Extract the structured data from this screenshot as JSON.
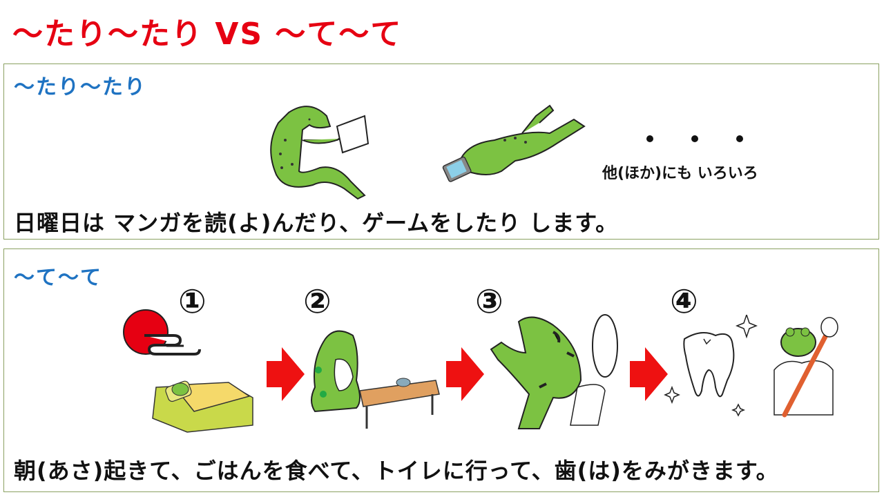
{
  "title": "～たり～たり VS ～て～て",
  "colors": {
    "title": "#e60012",
    "heading": "#1f73c2",
    "border": "#8aa060",
    "frog": "#7cc242",
    "arrow": "#ee1111"
  },
  "tari_section": {
    "heading": "～たり～たり",
    "illustrations": [
      "frog-reading-manga",
      "frog-playing-game"
    ],
    "ellipsis": "・・・",
    "other_label": "他(ほか)にも いろいろ",
    "sentence": "日曜日は マンガを読(よ)んだり、ゲームをしたり します。"
  },
  "tete_section": {
    "heading": "～て～て",
    "steps": [
      {
        "number": "①",
        "illustration": "sunrise-frog-in-bed"
      },
      {
        "number": "②",
        "illustration": "frog-eating-at-table"
      },
      {
        "number": "③",
        "illustration": "frog-on-toilet"
      },
      {
        "number": "④",
        "illustration": "tooth-and-frog-brushing"
      }
    ],
    "sentence": "朝(あさ)起きて、ごはんを食べて、トイレに行って、歯(は)をみがきます。"
  }
}
